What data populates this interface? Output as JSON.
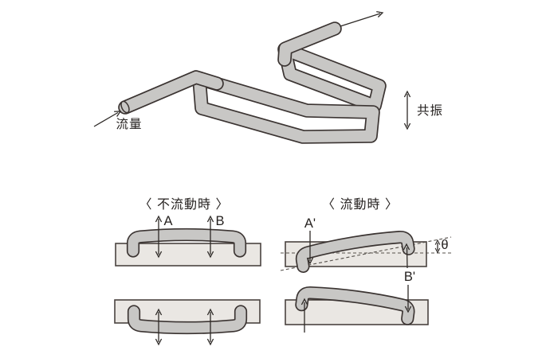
{
  "top_figure": {
    "flow_label": "流量",
    "resonance_label": "共振"
  },
  "no_flow_state": {
    "title": "〈 不流動時 〉",
    "point_a": "A",
    "point_b": "B"
  },
  "flow_state": {
    "title": "〈 流動時 〉",
    "point_a": "A'",
    "point_b": "B'",
    "angle": "θ"
  },
  "colors": {
    "tube_fill": "#c8c7c5",
    "tube_outline": "#3b3432",
    "plate_fill": "#eae7e3",
    "text": "#262220",
    "background": "#ffffff"
  }
}
